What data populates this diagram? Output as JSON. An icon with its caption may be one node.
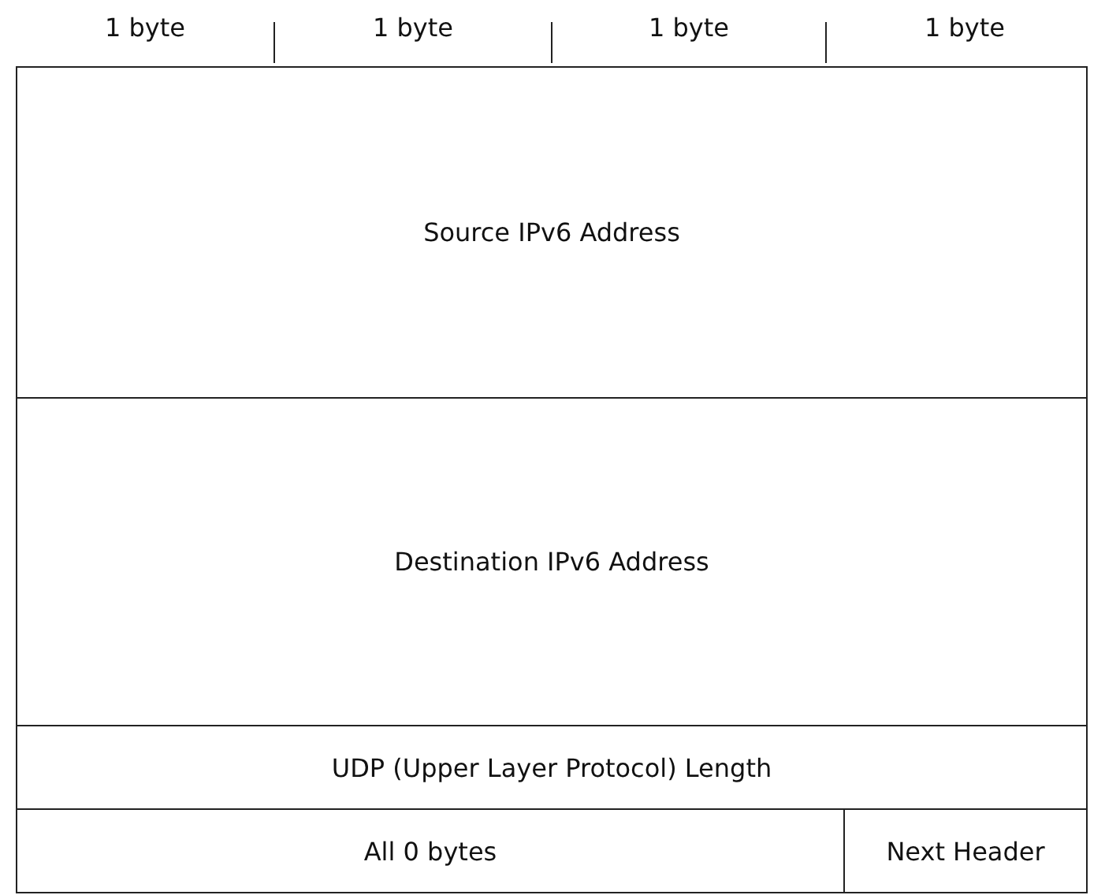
{
  "diagram": {
    "nodes": [
      {
        "text": [
          "Source IPv6 Address"
        ]
      },
      {
        "text": [
          "Destination IPv6 Address"
        ]
      },
      {
        "text": [
          "UDP (Upper Layer Protocol) Length"
        ]
      },
      {
        "text": [
          "All 0 bytes"
        ]
      },
      {
        "text": [
          "Next Header"
        ]
      }
    ],
    "labels": [
      "1 byte",
      "1 byte",
      "1 byte",
      "1 byte"
    ]
  }
}
